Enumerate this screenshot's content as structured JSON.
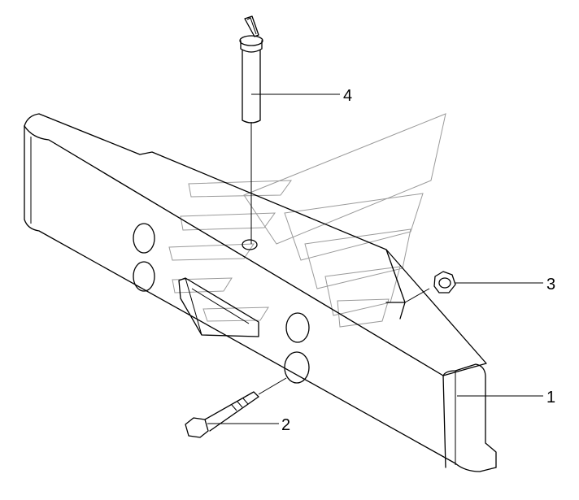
{
  "diagram": {
    "callouts": [
      {
        "id": "part-1",
        "label": "1"
      },
      {
        "id": "part-2",
        "label": "2"
      },
      {
        "id": "part-3",
        "label": "3"
      },
      {
        "id": "part-4",
        "label": "4"
      }
    ],
    "colors": {
      "line": "#000000",
      "watermark": "#9a9a9a",
      "background": "#ffffff"
    }
  }
}
